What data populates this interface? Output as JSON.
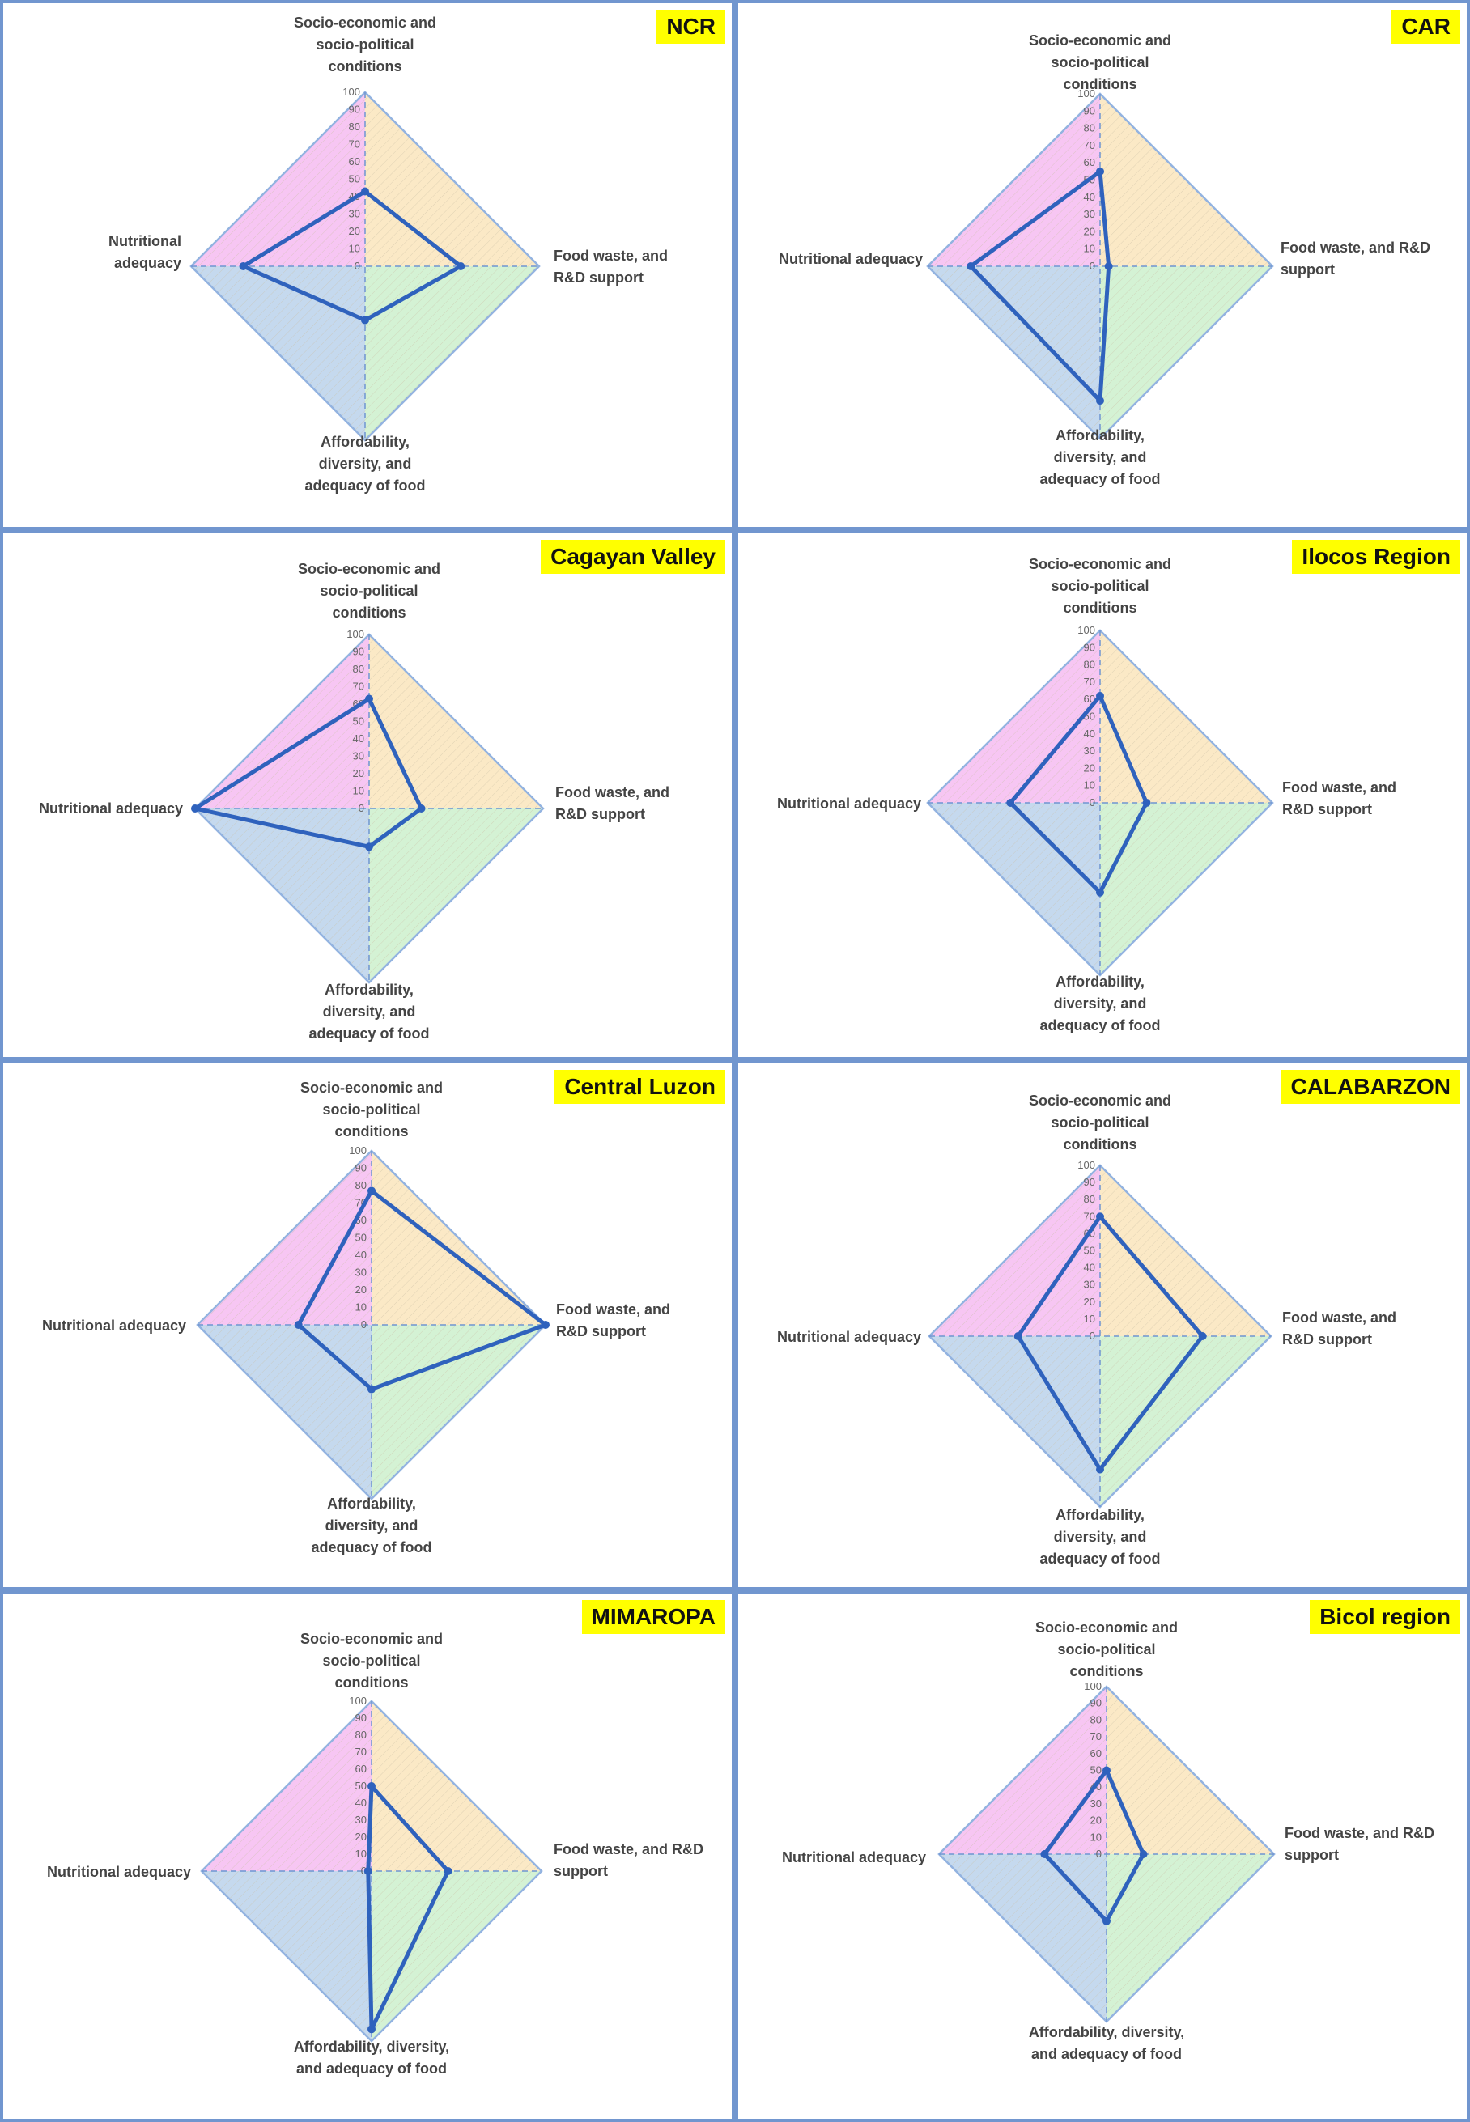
{
  "chart_data": [
    {
      "type": "radar",
      "region": "NCR",
      "axes": [
        "Socio-economic and socio-political conditions",
        "Food waste, and R&D support",
        "Affordability, diversity, and adequacy of food",
        "Nutritional adequacy"
      ],
      "axis_labels": [
        [
          "Socio-economic and",
          "socio-political",
          "conditions"
        ],
        [
          "Food waste, and",
          "R&D support"
        ],
        [
          "Affordability,",
          "diversity, and",
          "adequacy of food"
        ],
        [
          "Nutritional",
          "adequacy"
        ]
      ],
      "tick_labels": [
        "0",
        "10",
        "20",
        "30",
        "40",
        "50",
        "60",
        "70",
        "80",
        "90",
        "100"
      ],
      "range": [
        0,
        100
      ],
      "values": [
        43,
        55,
        31,
        70
      ]
    },
    {
      "type": "radar",
      "region": "CAR",
      "axes": [
        "Socio-economic and socio-political conditions",
        "Food waste, and R&D support",
        "Affordability, diversity, and adequacy of food",
        "Nutritional adequacy"
      ],
      "axis_labels": [
        [
          "Socio-economic and",
          "socio-political",
          "conditions"
        ],
        [
          "Food waste, and R&D",
          "support"
        ],
        [
          "Affordability,",
          "diversity, and",
          "adequacy of food"
        ],
        [
          "Nutritional adequacy"
        ]
      ],
      "tick_labels": [
        "0",
        "10",
        "20",
        "30",
        "40",
        "50",
        "60",
        "70",
        "80",
        "90",
        "100"
      ],
      "range": [
        0,
        100
      ],
      "values": [
        55,
        5,
        78,
        75
      ]
    },
    {
      "type": "radar",
      "region": "Cagayan Valley",
      "axes": [
        "Socio-economic and socio-political conditions",
        "Food waste, and R&D support",
        "Affordability, diversity, and adequacy of food",
        "Nutritional adequacy"
      ],
      "axis_labels": [
        [
          "Socio-economic and",
          "socio-political",
          "conditions"
        ],
        [
          "Food waste, and",
          "R&D support"
        ],
        [
          "Affordability,",
          "diversity, and",
          "adequacy of food"
        ],
        [
          "Nutritional adequacy"
        ]
      ],
      "tick_labels": [
        "0",
        "10",
        "20",
        "30",
        "40",
        "50",
        "60",
        "70",
        "80",
        "90",
        "100"
      ],
      "range": [
        0,
        100
      ],
      "values": [
        63,
        30,
        22,
        100
      ]
    },
    {
      "type": "radar",
      "region": "Ilocos Region",
      "axes": [
        "Socio-economic and socio-political conditions",
        "Food waste, and R&D support",
        "Affordability, diversity, and adequacy of food",
        "Nutritional adequacy"
      ],
      "axis_labels": [
        [
          "Socio-economic and",
          "socio-political",
          "conditions"
        ],
        [
          "Food waste, and",
          "R&D support"
        ],
        [
          "Affordability,",
          "diversity, and",
          "adequacy of food"
        ],
        [
          "Nutritional adequacy"
        ]
      ],
      "tick_labels": [
        "0",
        "10",
        "20",
        "30",
        "40",
        "50",
        "60",
        "70",
        "80",
        "90",
        "100"
      ],
      "range": [
        0,
        100
      ],
      "values": [
        62,
        27,
        52,
        52
      ]
    },
    {
      "type": "radar",
      "region": "Central Luzon",
      "axes": [
        "Socio-economic and socio-political conditions",
        "Food waste, and R&D support",
        "Affordability, diversity, and adequacy of food",
        "Nutritional adequacy"
      ],
      "axis_labels": [
        [
          "Socio-economic and",
          "socio-political",
          "conditions"
        ],
        [
          "Food waste, and",
          "R&D support"
        ],
        [
          "Affordability,",
          "diversity, and",
          "adequacy of food"
        ],
        [
          "Nutritional adequacy"
        ]
      ],
      "tick_labels": [
        "0",
        "10",
        "20",
        "30",
        "40",
        "50",
        "60",
        "70",
        "80",
        "90",
        "100"
      ],
      "range": [
        0,
        100
      ],
      "values": [
        77,
        100,
        37,
        42
      ]
    },
    {
      "type": "radar",
      "region": "CALABARZON",
      "axes": [
        "Socio-economic and socio-political conditions",
        "Food waste, and R&D support",
        "Affordability, diversity, and adequacy of food",
        "Nutritional adequacy"
      ],
      "axis_labels": [
        [
          "Socio-economic and",
          "socio-political",
          "conditions"
        ],
        [
          "Food waste, and",
          "R&D support"
        ],
        [
          "Affordability,",
          "diversity, and",
          "adequacy of food"
        ],
        [
          "Nutritional adequacy"
        ]
      ],
      "tick_labels": [
        "0",
        "10",
        "20",
        "30",
        "40",
        "50",
        "60",
        "70",
        "80",
        "90",
        "100"
      ],
      "range": [
        0,
        100
      ],
      "values": [
        70,
        60,
        78,
        48
      ]
    },
    {
      "type": "radar",
      "region": "MIMAROPA",
      "axes": [
        "Socio-economic and socio-political conditions",
        "Food waste, and R&D support",
        "Affordability, diversity, and adequacy of food",
        "Nutritional adequacy"
      ],
      "axis_labels": [
        [
          "Socio-economic and",
          "socio-political",
          "conditions"
        ],
        [
          "Food waste, and R&D",
          "support"
        ],
        [
          "Affordability, diversity,",
          "and adequacy of food"
        ],
        [
          "Nutritional adequacy"
        ]
      ],
      "tick_labels": [
        "0",
        "10",
        "20",
        "30",
        "40",
        "50",
        "60",
        "70",
        "80",
        "90",
        "100"
      ],
      "range": [
        0,
        100
      ],
      "values": [
        50,
        45,
        93,
        2
      ]
    },
    {
      "type": "radar",
      "region": "Bicol region",
      "axes": [
        "Socio-economic and socio-political conditions",
        "Food waste, and R&D support",
        "Affordability, diversity, and adequacy of food",
        "Nutritional adequacy"
      ],
      "axis_labels": [
        [
          "Socio-economic and",
          "socio-political",
          "conditions"
        ],
        [
          "Food waste, and R&D",
          "support"
        ],
        [
          "Affordability, diversity,",
          "and adequacy of food"
        ],
        [
          "Nutritional adequacy"
        ]
      ],
      "tick_labels": [
        "0",
        "10",
        "20",
        "30",
        "40",
        "50",
        "60",
        "70",
        "80",
        "90",
        "100"
      ],
      "range": [
        0,
        100
      ],
      "values": [
        50,
        22,
        40,
        37
      ]
    }
  ],
  "colors": {
    "panel_border": "#7196cf",
    "badge_bg": "#ffff00",
    "quadrant_top_left": "#f7c6f3",
    "quadrant_top_right": "#fbe9c6",
    "quadrant_bottom_right": "#d4f2d4",
    "quadrant_bottom_left": "#c5d9ee",
    "hatch": "#c9bfa5",
    "outer_diamond": "#93b3e0",
    "axis_dashed": "#6f95d1",
    "series_line": "#2f62bd"
  }
}
